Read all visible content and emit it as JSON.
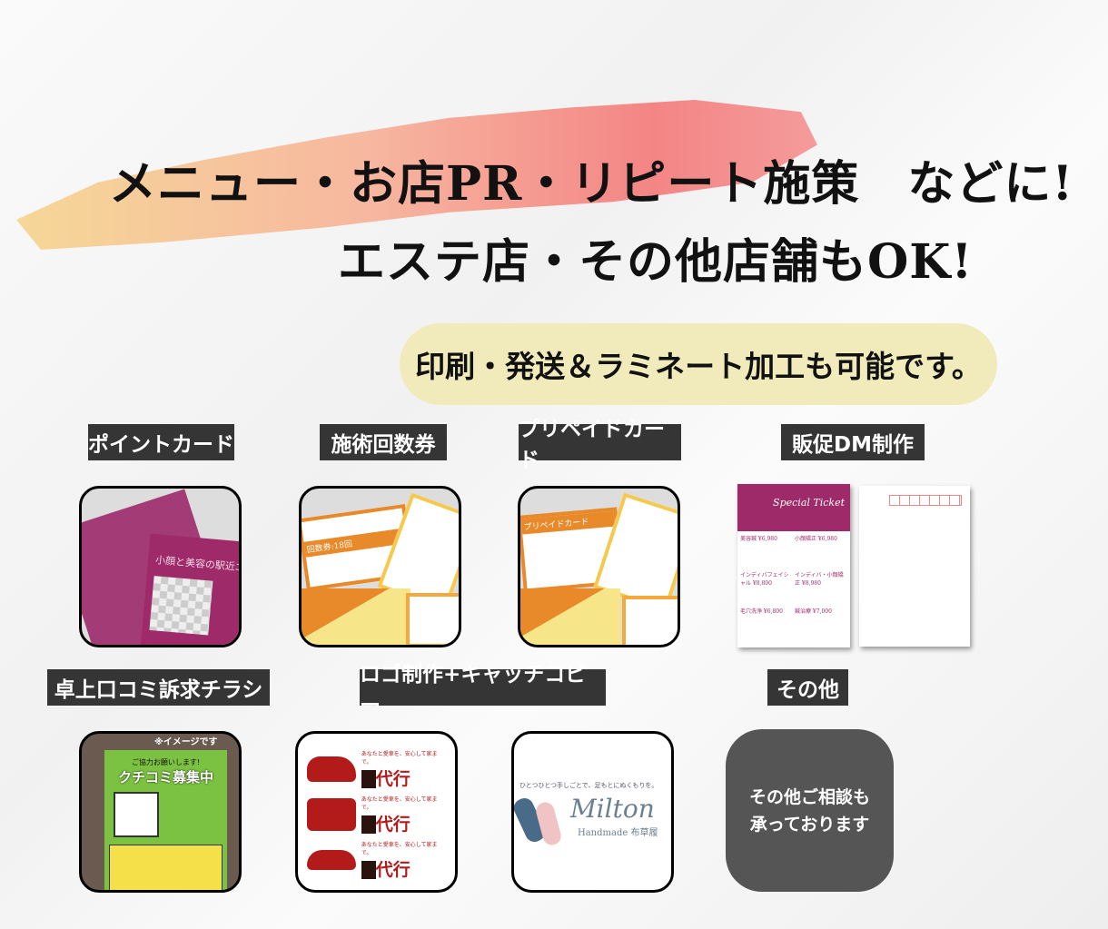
{
  "headline": {
    "line1": "メニュー・お店PR・リピート施策　などに!",
    "line2": "エステ店・その他店舗もOK!"
  },
  "banner": "印刷・発送＆ラミネート加工も可能です。",
  "categories": [
    {
      "label": "ポイントカード",
      "sample_text": "小顔と美容の駅近エ"
    },
    {
      "label": "施術回数券",
      "sample_text": "回数券:18回"
    },
    {
      "label": "プリペイドカード",
      "sample_text": "プリペイドカード"
    },
    {
      "label": "販促DM制作",
      "sample_text": "Special Ticket",
      "prices": [
        "美容鍼 ¥6,980",
        "小顔矯正 ¥6,980",
        "インディバフェイシャル ¥8,800",
        "インディバ・小顔矯正 ¥8,980",
        "毛穴洗浄 ¥6,800",
        "鍼治療 ¥7,000"
      ]
    },
    {
      "label": "卓上口コミ訴求チラシ",
      "note": "※イメージです",
      "sample_text": "クチコミ募集中",
      "sub": "ご協力お願いします!"
    },
    {
      "label": "ロゴ制作+キャッチコピー",
      "tagline": "あなたと愛車を、安心して家まで。",
      "service": "代行",
      "logo2_tagline": "ひとつひとつ手しごとで、足もとにぬくもりを。",
      "logo2_name": "Milton",
      "logo2_sub": "Handmade 布草履"
    },
    {
      "label": "その他",
      "text": "その他ご相談も\n承っております"
    }
  ],
  "colors": {
    "label_bg": "#353535",
    "banner_bg": "#f1ebbb",
    "magenta": "#9e2a6a",
    "orange": "#e8892a",
    "dark_tile": "#555555"
  }
}
